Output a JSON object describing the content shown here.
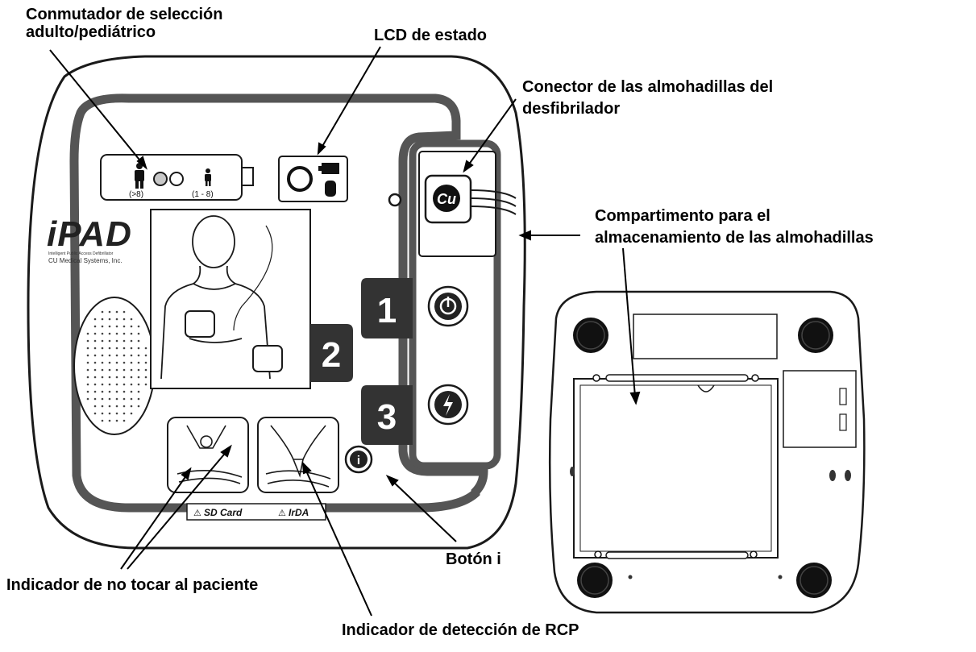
{
  "labels": {
    "selector_line1": "Conmutador de selección",
    "selector_line2": "adulto/pediátrico",
    "lcd": "LCD de estado",
    "connector_line1": "Conector de las almohadillas del",
    "connector_line2": "desfibrilador",
    "storage_line1": "Compartimento para el",
    "storage_line2": "almacenamiento de las almohadillas",
    "do_not_touch": "Indicador de no tocar al paciente",
    "i_button": "Botón i",
    "cpr": "Indicador de detección de RCP"
  },
  "device": {
    "brand": "iPAD",
    "brand_sub1": "Intelligent Public Access Defibrillator",
    "brand_sub2": "CU Medical Systems, Inc.",
    "adult_age": "(>8)",
    "child_age": "(1 - 8)",
    "step1": "1",
    "step2": "2",
    "step3": "3",
    "sd_card": "SD Card",
    "irda": "IrDA",
    "info_symbol": "i",
    "connector_logo": "Cu"
  },
  "colors": {
    "outline": "#1a1a1a",
    "band": "#555555",
    "number_block": "#333333"
  }
}
